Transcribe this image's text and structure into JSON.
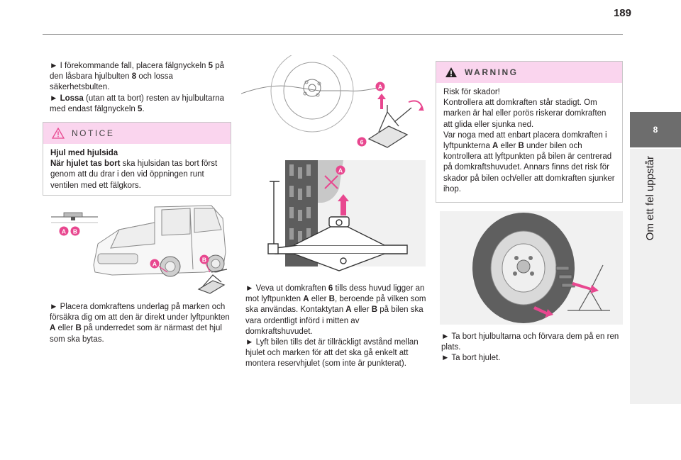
{
  "page_number": "189",
  "chapter": {
    "number": "8",
    "title": "Om ett fel uppstår"
  },
  "col1": {
    "p1": {
      "b1": "►",
      "t1": " I förekommande fall, placera fälgnyckeln ",
      "n5": "5",
      "t2": " på den låsbara hjulbulten ",
      "n8": "8",
      "t3": " och lossa säkerhetsbulten.",
      "b2": "►",
      "lossa": " Lossa",
      "t4": " (utan att ta bort) resten av hjulbultarna med endast fälgnyckeln ",
      "n5b": "5",
      "t5": "."
    },
    "notice": {
      "label": "NOTICE",
      "title": "Hjul med hjulsida",
      "bold": "När hjulet tas bort",
      "text": " ska hjulsidan tas bort först genom att du drar i den vid öppningen runt ventilen med ett fälgkors."
    },
    "p2": {
      "b1": "►",
      "t1": " Placera domkraftens underlag på marken och försäkra dig om att den är direkt under lyftpunkten ",
      "a": "A",
      "t2": " eller ",
      "b": "B",
      "t3": " på underredet som är närmast det hjul som ska bytas."
    },
    "illus_labels": {
      "a": "A",
      "b": "B"
    }
  },
  "col2": {
    "illus_labels": {
      "a": "A",
      "six": "6",
      "a2": "A"
    },
    "p1": {
      "b1": "►",
      "t1": " Veva ut domkraften ",
      "n6": "6",
      "t2": " tills dess huvud ligger an mot lyftpunkten ",
      "a": "A",
      "t3": " eller ",
      "b": "B",
      "t4": ", beroende på vilken som ska användas. Kontaktytan ",
      "a2": "A",
      "t5": " eller ",
      "b2": "B",
      "t6": " på bilen ska vara ordentligt införd i mitten av domkraftshuvudet.",
      "b3": "►",
      "t7": " Lyft bilen tills det är tillräckligt avstånd mellan hjulet och marken för att det ska gå enkelt att montera reservhjulet (som inte är punkterat)."
    }
  },
  "col3": {
    "warning": {
      "label": "WARNING",
      "l1": "Risk för skador!",
      "l2": "Kontrollera att domkraften står stadigt. Om marken är hal eller porös riskerar domkraften att glida eller sjunka ned.",
      "l3p1": "Var noga med att enbart placera domkraften i lyftpunkterna ",
      "a": "A",
      "l3p2": " eller ",
      "b": "B",
      "l3p3": " under bilen och kontrollera att lyftpunkten på bilen är centrerad på domkraftshuvudet. Annars finns det risk för skador på bilen och/eller att domkraften sjunker ihop."
    },
    "p1": {
      "b1": "►",
      "t1": " Ta bort hjulbultarna och förvara dem på en ren plats.",
      "b2": "►",
      "t2": " Ta bort hjulet."
    }
  },
  "colors": {
    "accent_pink": "#e8478f",
    "box_header_pink": "#fad5ee",
    "tab_grey": "#6d6d6d",
    "strip_grey": "#f0f0f0"
  },
  "icons": {
    "notice": "caution-triangle-outline-icon",
    "warning": "warning-triangle-filled-icon"
  }
}
